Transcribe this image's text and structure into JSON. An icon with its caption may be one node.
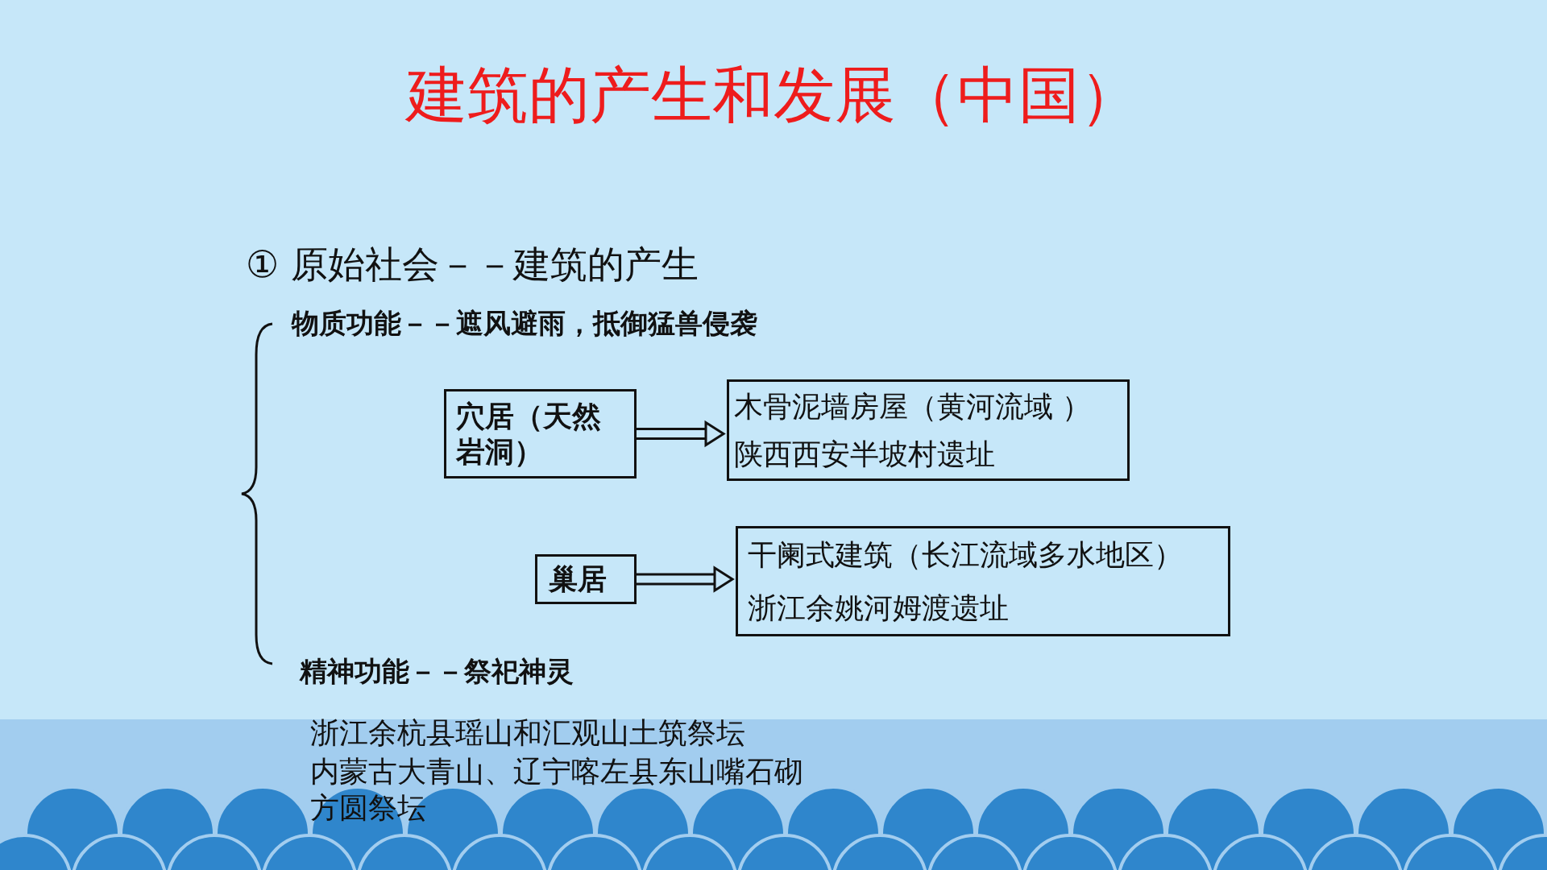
{
  "diagram": {
    "title": "建筑的产生和发展（中国）",
    "nodes": [
      {
        "text": [
          "穴居（天然岩洞）"
        ]
      },
      {
        "text": [
          "木骨泥墙房屋（黄河流域 ）",
          "陕西西安半坡村遗址"
        ]
      },
      {
        "text": [
          "巢居"
        ]
      },
      {
        "text": [
          "干阑式建筑（长江流域多水地区）",
          "浙江余姚河姆渡遗址"
        ]
      }
    ],
    "edges": [
      {
        "from": 0,
        "to": 1,
        "arrow": "to"
      },
      {
        "from": 2,
        "to": 3,
        "arrow": "to"
      }
    ],
    "labels": [
      "① 原始社会－－建筑的产生",
      "物质功能－－遮风避雨，抵御猛兽侵袭",
      "精神功能－－祭祀神灵",
      "浙江余杭县瑶山和汇观山土筑祭坛",
      "内蒙古大青山、辽宁喀左县东山嘴石砌方圆祭坛"
    ]
  }
}
